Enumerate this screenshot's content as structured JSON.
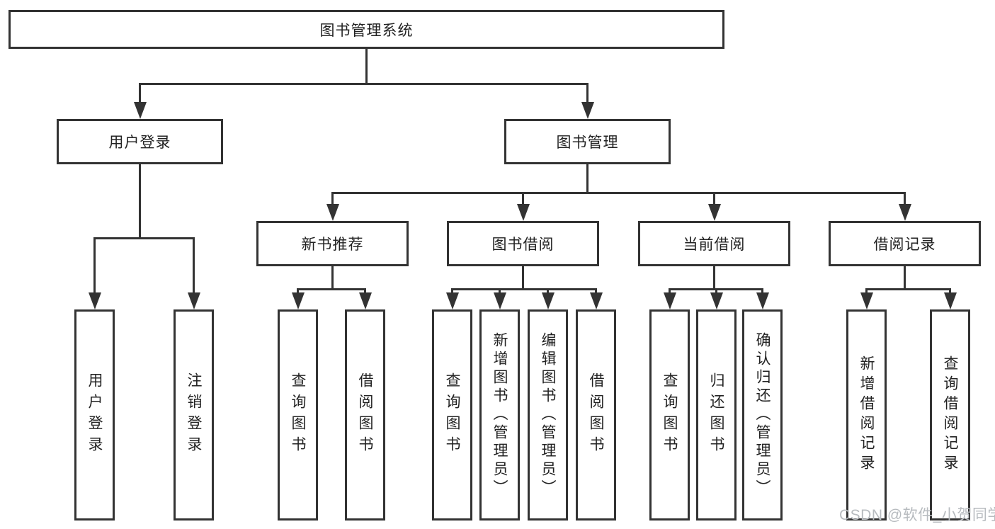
{
  "root": {
    "label": "图书管理系统"
  },
  "branches": [
    {
      "label": "用户登录",
      "leaves": [
        {
          "label": "用户登录"
        },
        {
          "label": "注销登录"
        }
      ]
    },
    {
      "label": "图书管理",
      "groups": [
        {
          "label": "新书推荐",
          "leaves": [
            {
              "label": "查询图书"
            },
            {
              "label": "借阅图书"
            }
          ]
        },
        {
          "label": "图书借阅",
          "leaves": [
            {
              "label": "查询图书"
            },
            {
              "label": "新增图书（管理员）"
            },
            {
              "label": "编辑图书（管理员）"
            },
            {
              "label": "借阅图书"
            }
          ]
        },
        {
          "label": "当前借阅",
          "leaves": [
            {
              "label": "查询图书"
            },
            {
              "label": "归还图书"
            },
            {
              "label": "确认归还（管理员）"
            }
          ]
        },
        {
          "label": "借阅记录",
          "leaves": [
            {
              "label": "新增借阅记录"
            },
            {
              "label": "查询借阅记录"
            }
          ]
        }
      ]
    }
  ],
  "watermark": {
    "text": "CSDN @软件_小贺同学"
  },
  "colors": {
    "line": "#333333",
    "text": "#222222",
    "background": "#ffffff",
    "watermark": "#b7bbbf"
  }
}
